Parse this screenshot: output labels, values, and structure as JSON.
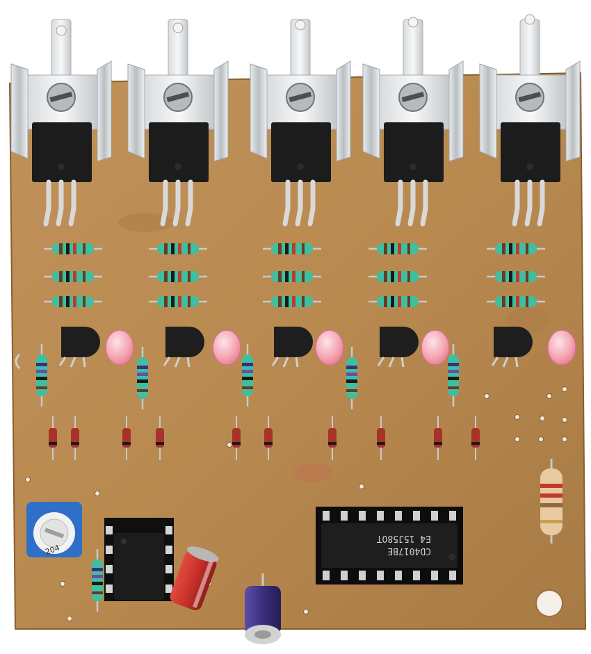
{
  "photo": {
    "subject": "Hand-soldered circuit board",
    "colors": {
      "board": "#b9894f",
      "board_dark": "#9c6d3a",
      "heatsink": "#cfd3d6",
      "regulator": "#1c1c1c",
      "resistor_body": "#3fbfa0",
      "led": "#f2a3b0",
      "transistor": "#1e1e1e",
      "diode": "#a8322a",
      "ic": "#1a1a1a",
      "pot": "#2f6fc8",
      "cap_red": "#c8302a",
      "cap_blue": "#3a2f7a"
    }
  },
  "regulators": {
    "count": 5,
    "label": ""
  },
  "counter_ic": {
    "line1": "CD4017BE",
    "line2": "E4 15J58OT"
  },
  "timer_ic": {
    "label": ""
  },
  "trimmer": {
    "marking": "204"
  }
}
